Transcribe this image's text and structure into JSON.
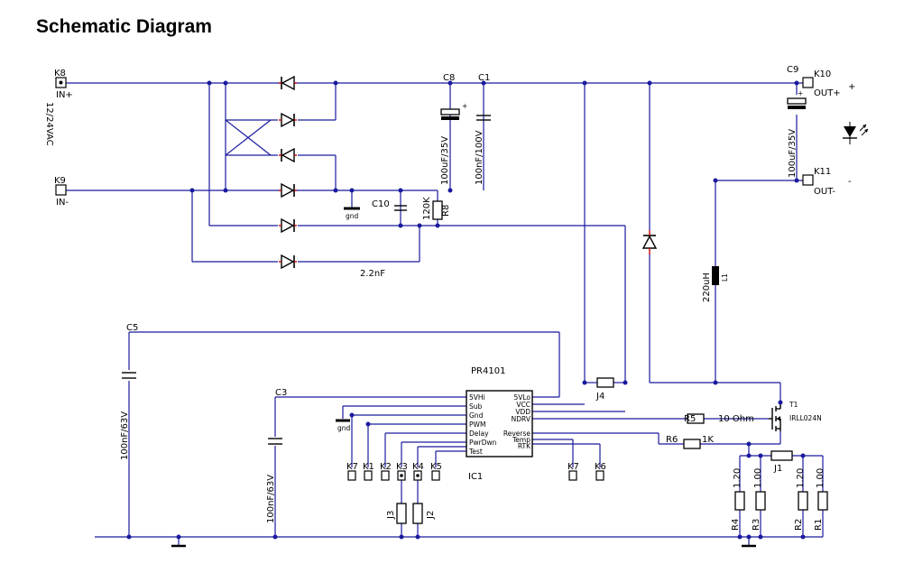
{
  "title": "Schematic Diagram",
  "connectors": {
    "k8": "K8",
    "in_plus": "IN+",
    "k9": "K9",
    "in_minus": "IN-",
    "ac_label": "12/24VAC",
    "k10": "K10",
    "out_plus": "OUT+",
    "k11": "K11",
    "out_minus": "OUT-",
    "plus_sign": "+",
    "minus_sign": "-"
  },
  "components": {
    "c8": "C8",
    "c8_val": "100uF/35V",
    "c1": "C1",
    "c1_val": "100nF/100V",
    "c9": "C9",
    "c9_val": "100uF/35V",
    "c10": "C10",
    "c10_val": "2.2nF",
    "r8": "R8",
    "r8_val": "120K",
    "gnd": "gnd",
    "gnd2": "gnd",
    "l1": "L1",
    "l1_val": "220uH",
    "c5": "C5",
    "c5_val": "100nF/63V",
    "c3": "C3",
    "c3_val": "100nF/63V",
    "j4": "J4",
    "r5": "R5",
    "r5_val": "10 Ohm",
    "r6": "R6",
    "r6_val": "1K",
    "t1": "T1",
    "t1_val": "IRLL024N",
    "j1": "J1",
    "j2": "J2",
    "j3": "J3",
    "r4": "R4",
    "r4_val": "1.20",
    "r3": "R3",
    "r3_val": "1.00",
    "r2": "R2",
    "r2_val": "1.20",
    "r1": "R1",
    "r1_val": "1.00"
  },
  "ic": {
    "name": "PR4101",
    "ref": "IC1",
    "left_pins": [
      "5VHi",
      "Sub",
      "Gnd",
      "PWM",
      "Delay",
      "PwrDwn",
      "Test"
    ],
    "right_pins": [
      "5VLo",
      "VCC",
      "VDD",
      "NDRV",
      "Reverse",
      "Temp",
      "RTK"
    ]
  },
  "test_points": [
    "K7",
    "K1",
    "K2",
    "K3",
    "K4",
    "K5",
    "K7",
    "K6"
  ]
}
